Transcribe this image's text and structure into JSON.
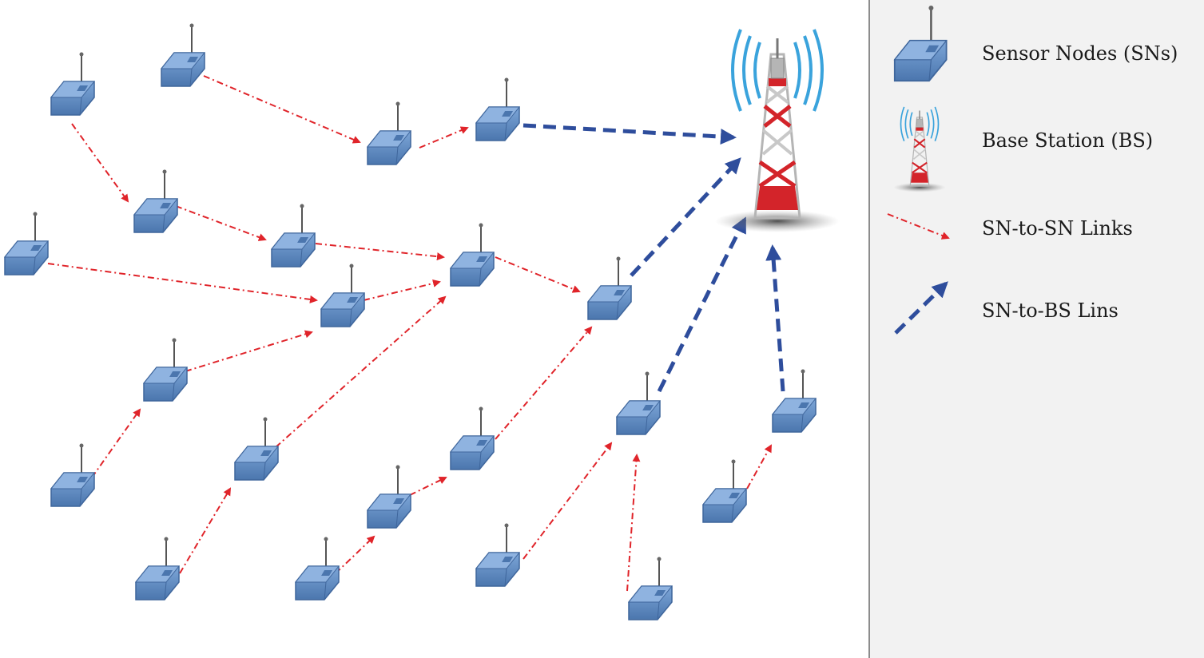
{
  "colors": {
    "sensor_body": "#5b86bf",
    "sensor_dark": "#3f669c",
    "sn_link": "#e0242a",
    "bs_link": "#2e4d9c",
    "tower_red": "#d3242a",
    "signal_blue": "#3aa3dc",
    "legend_bg": "#f2f2f2"
  },
  "legend": {
    "items": [
      {
        "icon": "sensor-node-icon",
        "label": "Sensor Nodes (SNs)"
      },
      {
        "icon": "base-station-icon",
        "label": "Base Station (BS)"
      },
      {
        "icon": "sn-to-sn-arrow-icon",
        "label": "SN-to-SN Links"
      },
      {
        "icon": "sn-to-bs-arrow-icon",
        "label": "SN-to-BS Lins"
      }
    ]
  }
}
